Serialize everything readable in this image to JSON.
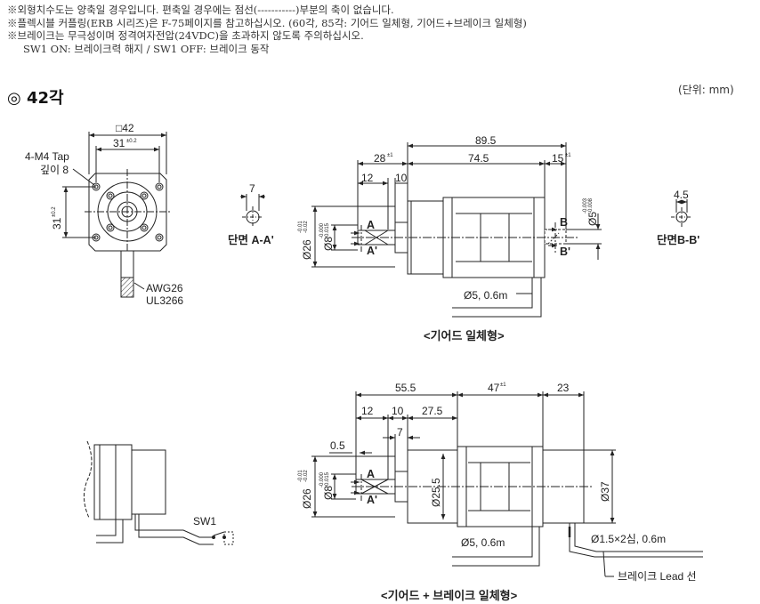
{
  "notes": [
    "※외형치수도는 양축일 경우입니다. 편축일 경우에는 점선(-----------)부분의 축이 없습니다.",
    "※플렉시블 커플링(ERB 시리즈)은 F-75페이지를 참고하십시오. (60각, 85각: 기어드 일체형, 기어드+브레이크 일체형)",
    "※브레이크는 무극성이며 정격여자전압(24VDC)을 초과하지 않도록 주의하십시오.",
    "SW1 ON: 브레이크력 해지 / SW1 OFF: 브레이크 동작"
  ],
  "title": "◎ 42각",
  "unit": "(단위: mm)",
  "front": {
    "size": "□42",
    "hole_pitch": "31",
    "hole_pitch_tol": "±0.2",
    "tap": "4-M4 Tap",
    "depth": "깊이 8",
    "vpitch": "31",
    "vpitch_tol": "±0.2",
    "cable1": "AWG26",
    "cable2": "UL3266"
  },
  "sectionA": {
    "dim": "7",
    "caption": "단면 A-A'"
  },
  "sectionB": {
    "dim": "4.5",
    "caption": "단면B-B'"
  },
  "geared": {
    "total": "89.5",
    "flange": "28",
    "flange_tol": "±1",
    "body": "74.5",
    "rear": "15",
    "rear_tol": "±1",
    "d12": "12",
    "d10": "10",
    "od": "Ø26",
    "od_tol_up": "-0.01",
    "od_tol_dn": "-0.02",
    "shaft": "Ø8",
    "shaft_tol_up": "-0.000",
    "shaft_tol_dn": "-0.015",
    "rear_shaft": "Ø5",
    "rear_tol_up": "-0.003",
    "rear_tol_dn": "-0.008",
    "cable": "Ø5, 0.6m",
    "A": "A",
    "A2": "A'",
    "B": "B",
    "B2": "B'",
    "caption": "<기어드 일체형>"
  },
  "brake": {
    "d555": "55.5",
    "d47": "47",
    "d47_tol": "±1",
    "d23": "23",
    "d12": "12",
    "d10": "10",
    "d275": "27.5",
    "d7": "7",
    "d05": "0.5",
    "od": "Ø26",
    "od_tol_up": "-0.01",
    "od_tol_dn": "-0.02",
    "shaft": "Ø8",
    "shaft_tol_up": "-0.000",
    "shaft_tol_dn": "-0.015",
    "inner": "Ø25.5",
    "brake_d": "Ø37",
    "cable": "Ø5, 0.6m",
    "lead": "Ø1.5×2심, 0.6m",
    "lead_label": "브레이크 Lead 선",
    "A": "A",
    "A2": "A'",
    "caption": "<기어드 + 브레이크 일체형>",
    "sw": "SW1"
  }
}
